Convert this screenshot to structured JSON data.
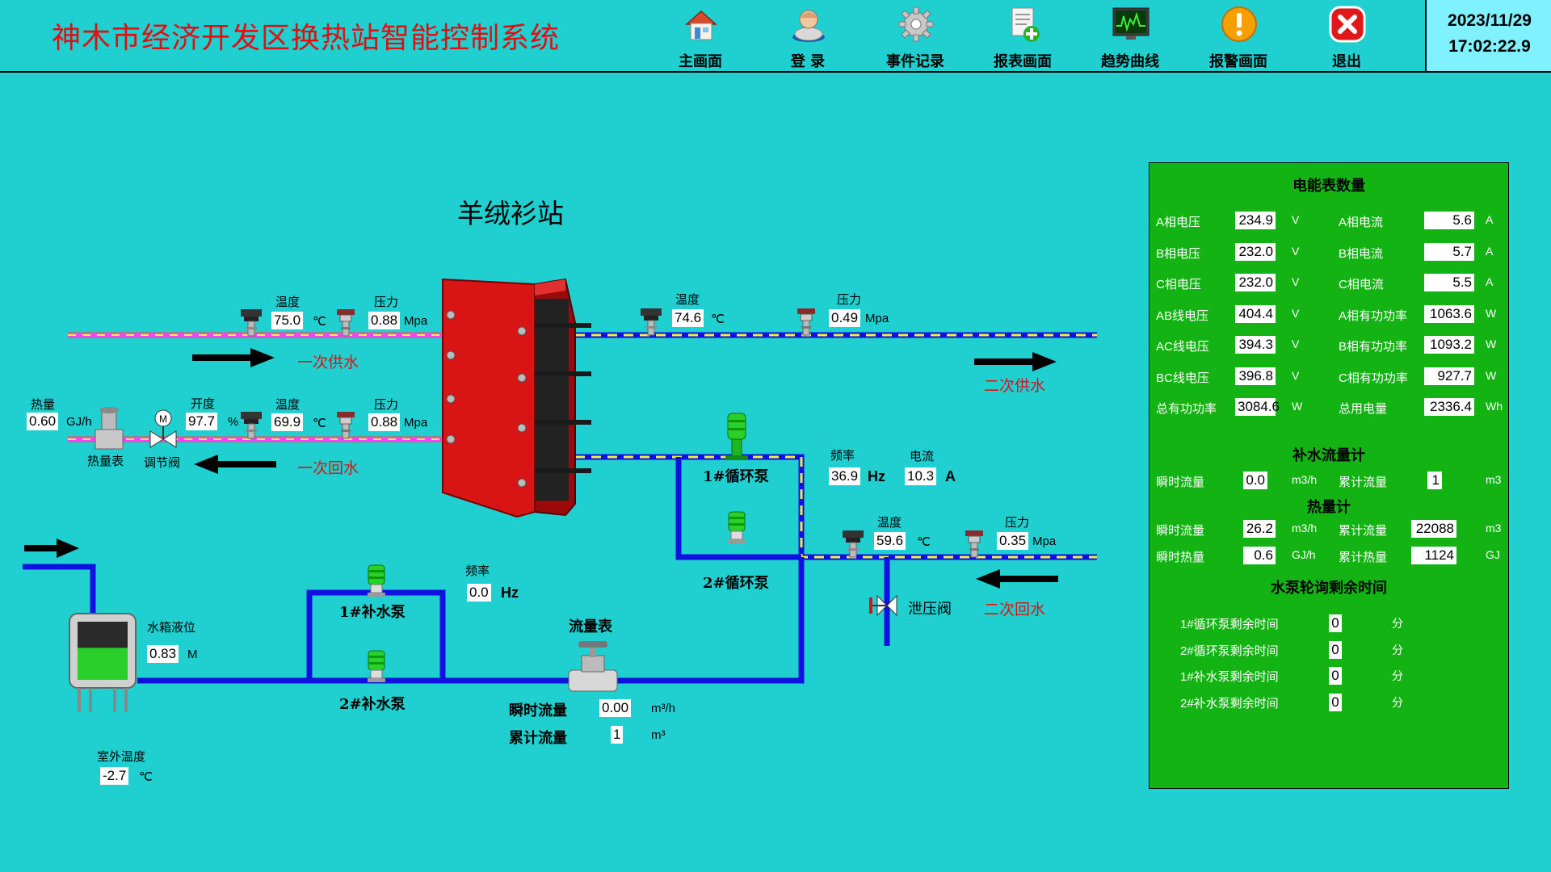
{
  "header": {
    "title": "神木市经济开发区换热站智能控制系统",
    "date": "2023/11/29",
    "time": "17:02:22.9"
  },
  "nav": [
    {
      "label": "主画面",
      "icon": "home-icon"
    },
    {
      "label": "登  录",
      "icon": "user-icon"
    },
    {
      "label": "事件记录",
      "icon": "gear-icon"
    },
    {
      "label": "报表画面",
      "icon": "report-icon"
    },
    {
      "label": "趋势曲线",
      "icon": "trend-monitor-icon"
    },
    {
      "label": "报警画面",
      "icon": "alarm-icon"
    },
    {
      "label": "退出",
      "icon": "exit-icon"
    }
  ],
  "station": {
    "name": "羊绒衫站",
    "primary_supply": {
      "label": "一次供水",
      "temp_label": "温度",
      "temp": "75.0",
      "temp_unit": "℃",
      "pressure_label": "压力",
      "pressure": "0.88",
      "pressure_unit": "Mpa"
    },
    "primary_return": {
      "label": "一次回水",
      "heat_label": "热量",
      "heat": "0.60",
      "heat_unit": "GJ/h",
      "opening_label": "开度",
      "opening": "97.7",
      "opening_unit": "%",
      "temp_label": "温度",
      "temp": "69.9",
      "temp_unit": "℃",
      "pressure_label": "压力",
      "pressure": "0.88",
      "pressure_unit": "Mpa",
      "heat_meter_label": "热量表",
      "valve_label": "调节阀"
    },
    "secondary_supply": {
      "label": "二次供水",
      "temp_label": "温度",
      "temp": "74.6",
      "temp_unit": "℃",
      "pressure_label": "压力",
      "pressure": "0.49",
      "pressure_unit": "Mpa"
    },
    "secondary_return": {
      "label": "二次回水",
      "temp_label": "温度",
      "temp": "59.6",
      "temp_unit": "℃",
      "pressure_label": "压力",
      "pressure": "0.35",
      "pressure_unit": "Mpa",
      "relief_valve_label": "泄压阀"
    },
    "circ_pumps": {
      "pump1_label": "1#循环泵",
      "pump2_label": "2#循环泵",
      "freq_label": "频率",
      "freq": "36.9",
      "freq_unit": "Hz",
      "current_label": "电流",
      "current": "10.3",
      "current_unit": "A"
    },
    "makeup_pumps": {
      "pump1_label": "1#补水泵",
      "pump2_label": "2#补水泵",
      "freq_label": "频率",
      "freq": "0.0",
      "freq_unit": "Hz"
    },
    "flow_meter": {
      "label": "流量表",
      "inst_label": "瞬时流量",
      "inst": "0.00",
      "inst_unit": "m³/h",
      "total_label": "累计流量",
      "total": "1",
      "total_unit": "m³"
    },
    "tank": {
      "label": "水箱液位",
      "level": "0.83",
      "level_unit": "M",
      "level_fraction": 0.55
    },
    "outdoor": {
      "label": "室外温度",
      "temp": "-2.7",
      "temp_unit": "℃"
    }
  },
  "panel": {
    "meter_title": "电能表数量",
    "rows": [
      {
        "l1": "A相电压",
        "v1": "234.9",
        "u1": "V",
        "l2": "A相电流",
        "v2": "5.6",
        "u2": "A"
      },
      {
        "l1": "B相电压",
        "v1": "232.0",
        "u1": "V",
        "l2": "B相电流",
        "v2": "5.7",
        "u2": "A"
      },
      {
        "l1": "C相电压",
        "v1": "232.0",
        "u1": "V",
        "l2": "C相电流",
        "v2": "5.5",
        "u2": "A"
      },
      {
        "l1": "AB线电压",
        "v1": "404.4",
        "u1": "V",
        "l2": "A相有功功率",
        "v2": "1063.6",
        "u2": "W"
      },
      {
        "l1": "AC线电压",
        "v1": "394.3",
        "u1": "V",
        "l2": "B相有功功率",
        "v2": "1093.2",
        "u2": "W"
      },
      {
        "l1": "BC线电压",
        "v1": "396.8",
        "u1": "V",
        "l2": "C相有功功率",
        "v2": "927.7",
        "u2": "W"
      },
      {
        "l1": "总有功功率",
        "v1": "3084.6",
        "u1": "W",
        "l2": "总用电量",
        "v2": "2336.4",
        "u2": "Wh"
      }
    ],
    "makeup_title": "补水流量计",
    "makeup": {
      "l1": "瞬时流量",
      "v1": "0.0",
      "u1": "m3/h",
      "l2": "累计流量",
      "v2": "1",
      "u2": "m3"
    },
    "heat_title": "热量计",
    "heat_rows": [
      {
        "l1": "瞬时流量",
        "v1": "26.2",
        "u1": "m3/h",
        "l2": "累计流量",
        "v2": "22088",
        "u2": "m3"
      },
      {
        "l1": "瞬时热量",
        "v1": "0.6",
        "u1": "GJ/h",
        "l2": "累计热量",
        "v2": "1124",
        "u2": "GJ"
      }
    ],
    "rotation_title": "水泵轮询剩余时间",
    "rotation": [
      {
        "label": "1#循环泵剩余时间",
        "value": "0",
        "unit": "分"
      },
      {
        "label": "2#循环泵剩余时间",
        "value": "0",
        "unit": "分"
      },
      {
        "label": "1#补水泵剩余时间",
        "value": "0",
        "unit": "分"
      },
      {
        "label": "2#补水泵剩余时间",
        "value": "0",
        "unit": "分"
      }
    ]
  },
  "colors": {
    "background": "#20cfcf",
    "primary_pipe": "#ff40ff",
    "secondary_pipe": "#1010e0",
    "dash": "#f0f040",
    "exchanger": "#d81414",
    "panel": "#14b314"
  }
}
